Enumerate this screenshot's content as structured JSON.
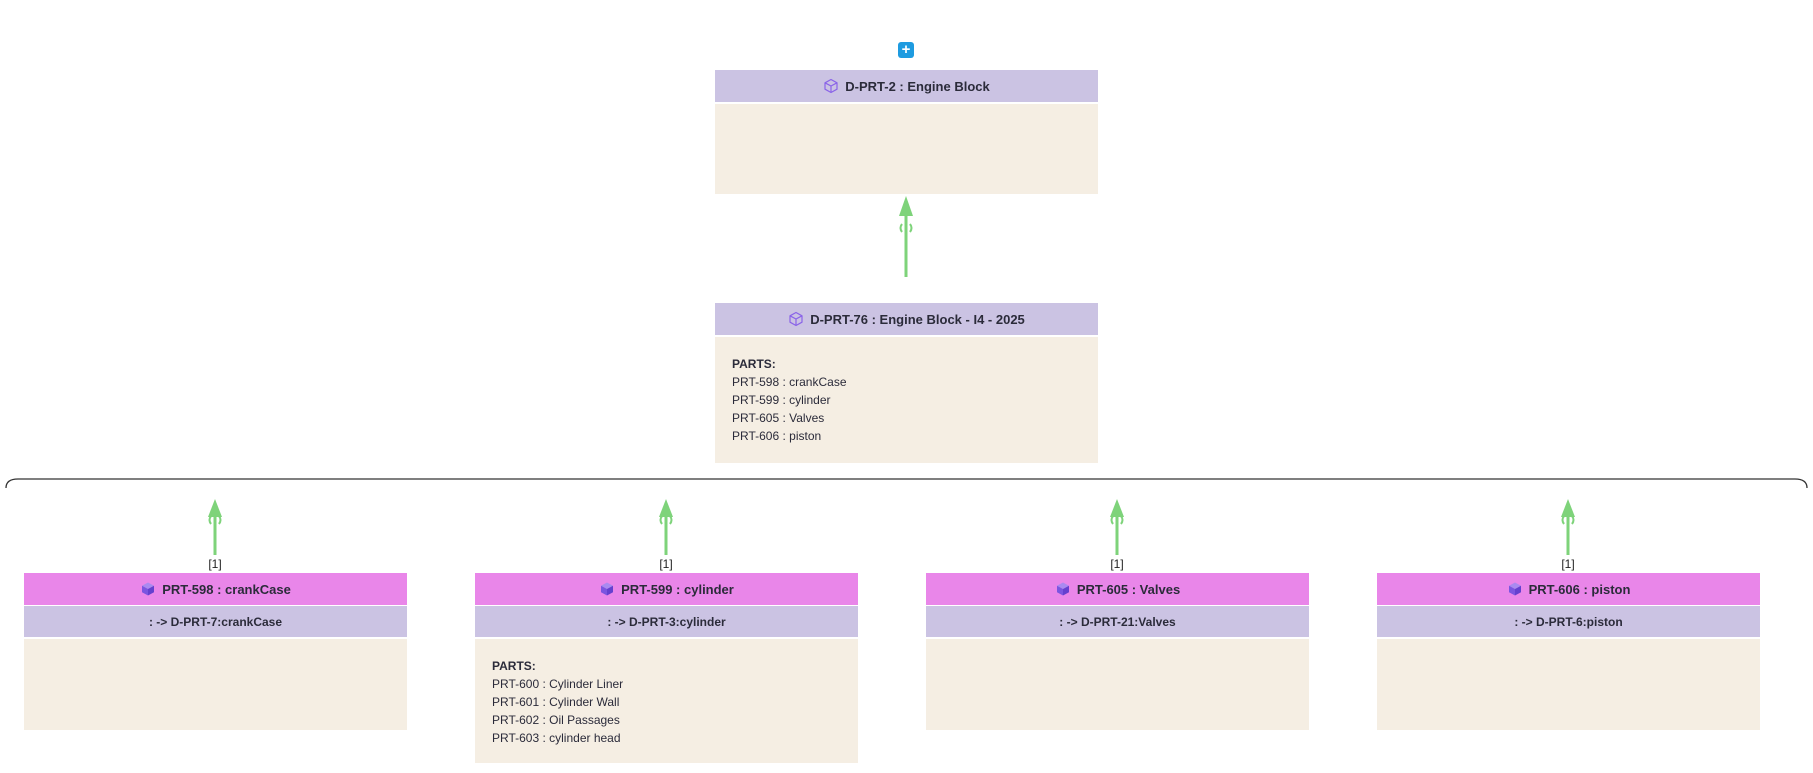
{
  "expand_button": {
    "label": "+"
  },
  "root": {
    "title": "D-PRT-2 : Engine Block"
  },
  "assembly": {
    "title": "D-PRT-76 : Engine Block - I4 - 2025",
    "parts_heading": "PARTS:",
    "parts": [
      "PRT-598 : crankCase",
      "PRT-599 : cylinder",
      "PRT-605 : Valves",
      "PRT-606 : piston"
    ]
  },
  "children": [
    {
      "multiplicity": "[1]",
      "title": "PRT-598 : crankCase",
      "definition": ": -> D-PRT-7:crankCase",
      "parts_heading": "",
      "parts": []
    },
    {
      "multiplicity": "[1]",
      "title": "PRT-599 : cylinder",
      "definition": ": -> D-PRT-3:cylinder",
      "parts_heading": "PARTS:",
      "parts": [
        "PRT-600 : Cylinder Liner",
        "PRT-601 : Cylinder Wall",
        "PRT-602 : Oil Passages",
        "PRT-603 : cylinder head"
      ]
    },
    {
      "multiplicity": "[1]",
      "title": "PRT-605 : Valves",
      "definition": ": -> D-PRT-21:Valves",
      "parts_heading": "",
      "parts": []
    },
    {
      "multiplicity": "[1]",
      "title": "PRT-606 : piston",
      "definition": ": -> D-PRT-6:piston",
      "parts_heading": "",
      "parts": []
    }
  ],
  "colors": {
    "definition_header": "#cbc3e3",
    "part_header": "#e986e9",
    "body": "#f5eee3",
    "connector": "#7ed37a",
    "expand_button": "#1e9be0",
    "icon": "#8a63e8"
  }
}
